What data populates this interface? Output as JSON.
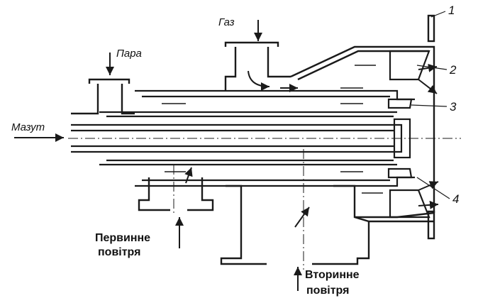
{
  "labels": {
    "gas": "Газ",
    "steam": "Пара",
    "fuel_oil": "Мазут",
    "primary_air_line1": "Первинне",
    "primary_air_line2": "повітря",
    "secondary_air_line1": "Вторинне",
    "secondary_air_line2": "повітря"
  },
  "callouts": [
    "1",
    "2",
    "3",
    "4"
  ],
  "colors": {
    "ink": "#1a1a1a",
    "hatch": "#2a2a2a"
  }
}
